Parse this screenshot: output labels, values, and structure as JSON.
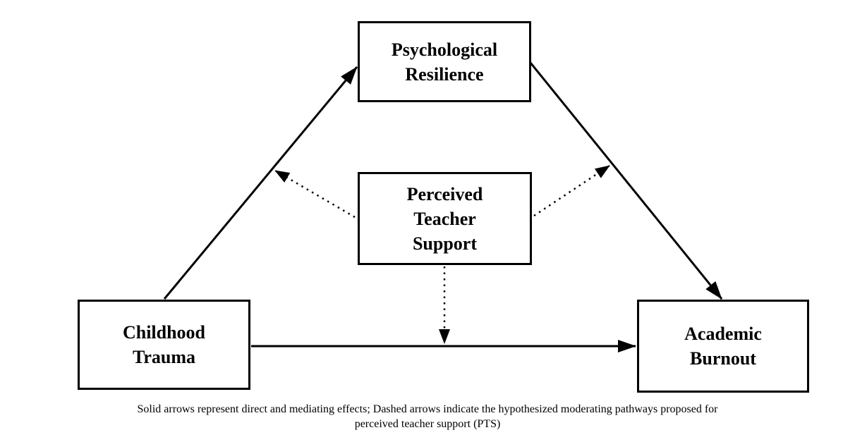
{
  "diagram": {
    "nodes": {
      "psychological_resilience": {
        "line1": "Psychological",
        "line2": "Resilience"
      },
      "perceived_teacher_support": {
        "line1": "Perceived",
        "line2": "Teacher",
        "line3": "Support"
      },
      "childhood_trauma": {
        "line1": "Childhood",
        "line2": "Trauma"
      },
      "academic_burnout": {
        "line1": "Academic",
        "line2": "Burnout"
      }
    },
    "edges": [
      {
        "from": "Childhood Trauma",
        "to": "Psychological Resilience",
        "style": "solid",
        "meaning": "direct/mediating effect"
      },
      {
        "from": "Psychological Resilience",
        "to": "Academic Burnout",
        "style": "solid",
        "meaning": "direct/mediating effect"
      },
      {
        "from": "Childhood Trauma",
        "to": "Academic Burnout",
        "style": "solid",
        "meaning": "direct effect"
      },
      {
        "from": "Perceived Teacher Support",
        "to": "Childhood Trauma → Psychological Resilience path",
        "style": "dotted",
        "meaning": "moderating pathway"
      },
      {
        "from": "Perceived Teacher Support",
        "to": "Psychological Resilience → Academic Burnout path",
        "style": "dotted",
        "meaning": "moderating pathway"
      },
      {
        "from": "Perceived Teacher Support",
        "to": "Childhood Trauma → Academic Burnout path",
        "style": "dotted",
        "meaning": "moderating pathway"
      }
    ],
    "caption": {
      "line1": "Solid arrows represent direct and mediating effects; Dashed arrows indicate the hypothesized moderating pathways proposed for",
      "line2": "perceived teacher support (PTS)"
    },
    "colors": {
      "stroke": "#000000",
      "text": "#000000",
      "background": "#ffffff"
    }
  }
}
